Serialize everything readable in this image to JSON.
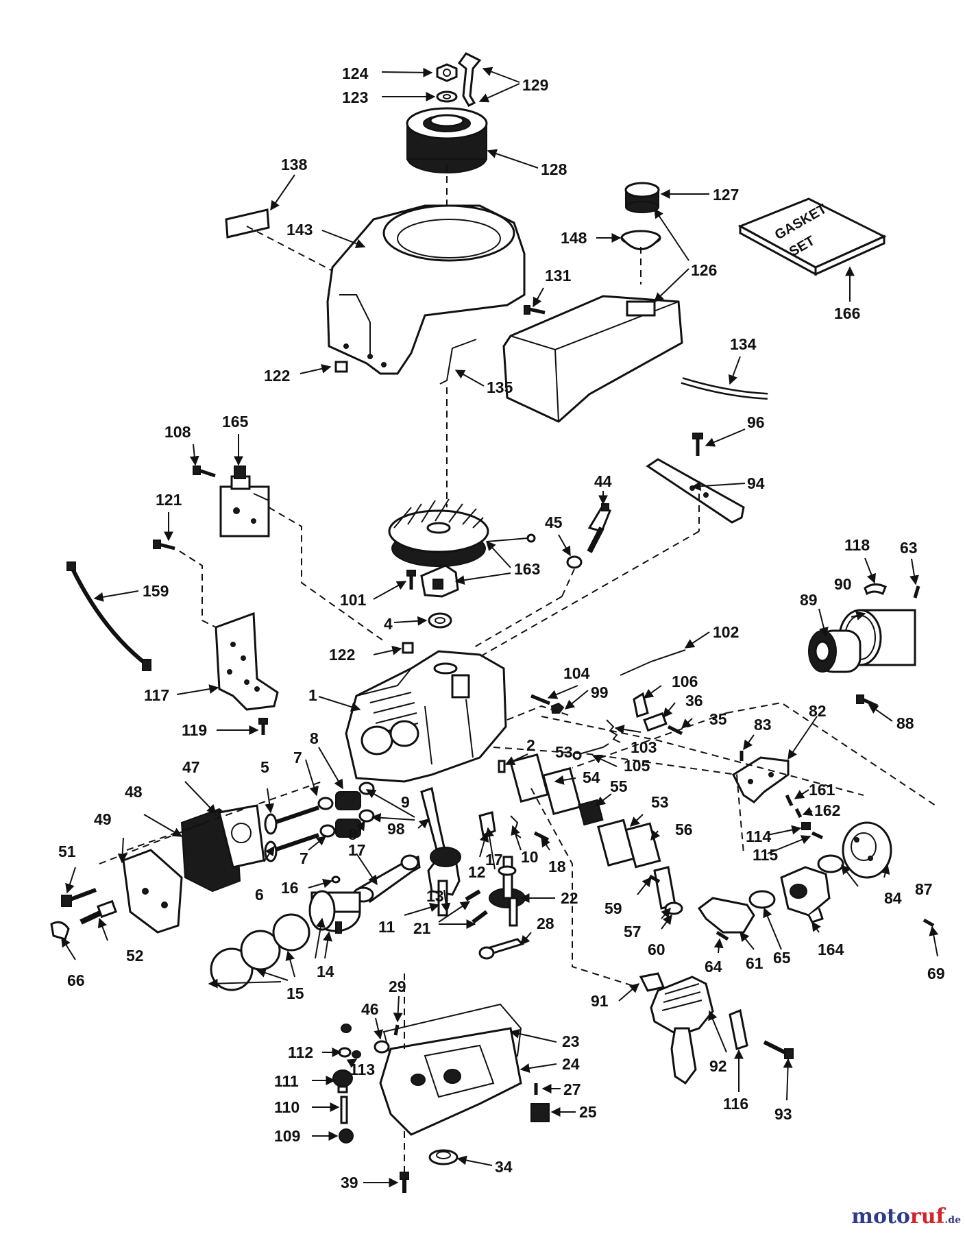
{
  "diagram": {
    "gasket_set_label": [
      "GASKET",
      "SET"
    ],
    "part_numbers": [
      "124",
      "123",
      "129",
      "128",
      "138",
      "143",
      "127",
      "148",
      "126",
      "166",
      "131",
      "122",
      "135",
      "134",
      "108",
      "165",
      "96",
      "94",
      "44",
      "121",
      "45",
      "163",
      "118",
      "63",
      "159",
      "101",
      "90",
      "89",
      "4",
      "102",
      "122",
      "117",
      "1",
      "104",
      "99",
      "106",
      "36",
      "35",
      "88",
      "119",
      "8",
      "2",
      "53",
      "103",
      "83",
      "82",
      "105",
      "47",
      "7",
      "5",
      "54",
      "55",
      "161",
      "48",
      "9",
      "53",
      "162",
      "49",
      "8",
      "98",
      "56",
      "114",
      "115",
      "17",
      "7",
      "51",
      "10",
      "18",
      "12",
      "17",
      "87",
      "6",
      "16",
      "13",
      "84",
      "59",
      "22",
      "11",
      "21",
      "57",
      "60",
      "64",
      "61",
      "65",
      "164",
      "52",
      "66",
      "14",
      "28",
      "69",
      "15",
      "29",
      "91",
      "46",
      "23",
      "112",
      "113",
      "24",
      "92",
      "111",
      "27",
      "110",
      "116",
      "93",
      "25",
      "109",
      "34",
      "39"
    ]
  },
  "watermark": {
    "part1": "moto",
    "part2": "ruf",
    "part3": ".de"
  }
}
